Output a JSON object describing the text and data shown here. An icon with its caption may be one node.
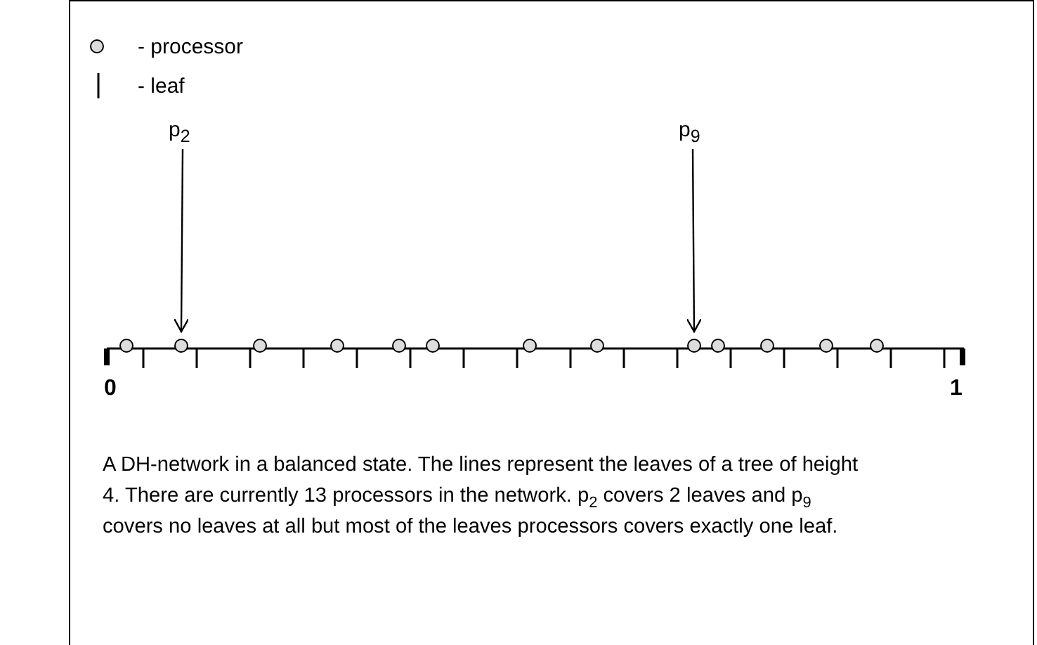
{
  "diagram": {
    "caption": "A DH-network in a balanced state. The lines represent the leaves of a tree of height 4. There are currently 13 processors in the network. p$_{2}$ covers 2 leaves and p$_{9}$ covers no leaves at all but most of the leaves processors covers exactly one leaf.",
    "nodes": [
      {
        "text": [
          "p$_{2}$"
        ]
      },
      {
        "text": [
          "p$_{9}$"
        ]
      },
      {
        "text": [],
        "shape": "circle"
      },
      {
        "text": [],
        "shape": "circle"
      },
      {
        "text": [],
        "shape": "circle"
      },
      {
        "text": [],
        "shape": "circle"
      },
      {
        "text": [],
        "shape": "circle"
      },
      {
        "text": [],
        "shape": "circle"
      },
      {
        "text": [],
        "shape": "circle"
      },
      {
        "text": [],
        "shape": "circle"
      },
      {
        "text": [],
        "shape": "circle"
      },
      {
        "text": [],
        "shape": "circle"
      },
      {
        "text": [],
        "shape": "circle"
      },
      {
        "text": [],
        "shape": "circle"
      },
      {
        "text": [],
        "shape": "circle"
      }
    ],
    "edges": [
      {
        "from": 0,
        "to": 3,
        "arrow": "to"
      },
      {
        "from": 1,
        "to": 10,
        "arrow": "to"
      }
    ],
    "labels": [
      "0",
      "1"
    ],
    "legend": [
      {
        "text": "- processor"
      },
      {
        "text": "- leaf"
      }
    ]
  }
}
